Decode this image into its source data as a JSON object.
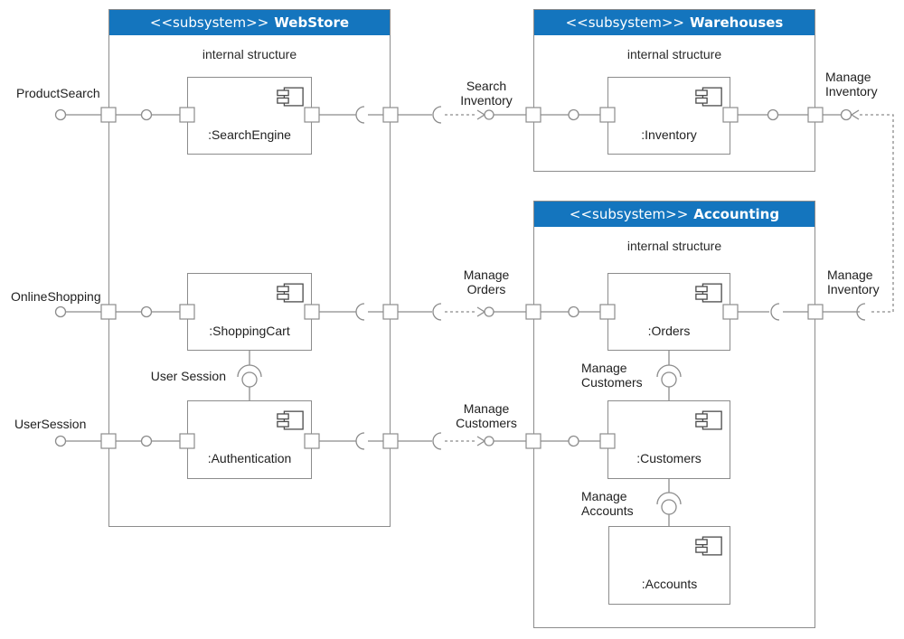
{
  "subsystems": {
    "webstore": {
      "stereotype": "<<subsystem>>",
      "name": "WebStore",
      "internal_label": "internal structure",
      "components": {
        "search_engine": ":SearchEngine",
        "shopping_cart": ":ShoppingCart",
        "authentication": ":Authentication"
      }
    },
    "warehouses": {
      "stereotype": "<<subsystem>>",
      "name": "Warehouses",
      "internal_label": "internal structure",
      "components": {
        "inventory": ":Inventory"
      }
    },
    "accounting": {
      "stereotype": "<<subsystem>>",
      "name": "Accounting",
      "internal_label": "internal structure",
      "components": {
        "orders": ":Orders",
        "customers": ":Customers",
        "accounts": ":Accounts"
      }
    }
  },
  "external_ports": {
    "product_search": "ProductSearch",
    "online_shopping": "OnlineShopping",
    "user_session": "UserSession"
  },
  "interfaces": {
    "search_inventory": "Search Inventory",
    "manage_orders": "Manage Orders",
    "manage_customers_mid": "Manage Customers",
    "user_session": "User Session",
    "manage_customers": "Manage Customers",
    "manage_accounts": "Manage Accounts",
    "manage_inventory_top": "Manage Inventory",
    "manage_inventory_right": "Manage Inventory"
  },
  "colors": {
    "header_bg": "#1475be",
    "header_text": "#ffffff",
    "line": "#8c8c8c",
    "text": "#1f1f1f"
  }
}
